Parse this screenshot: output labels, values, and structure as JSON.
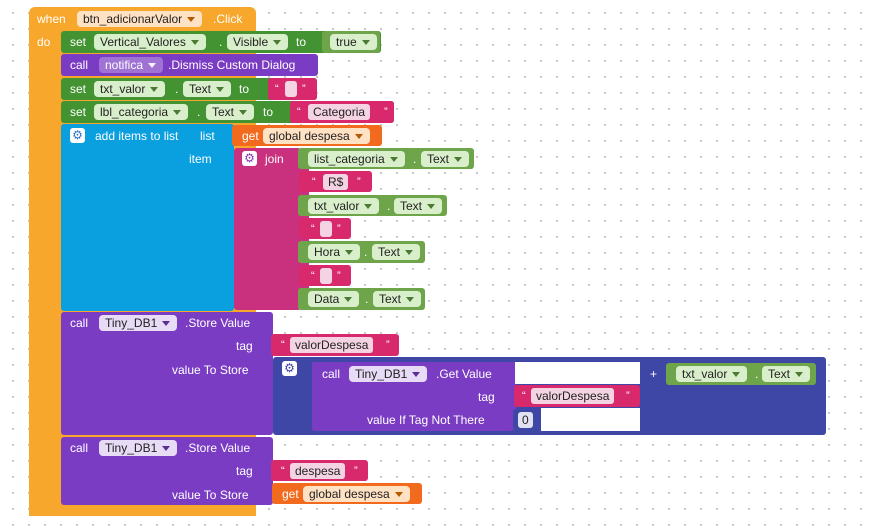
{
  "event": {
    "when_label": "when",
    "do_label": "do",
    "component": "btn_adicionarValor",
    "event_name": ".Click"
  },
  "labels": {
    "set": "set",
    "to": "to",
    "call": "call",
    "get": "get",
    "dot": ".",
    "plus": "+",
    "quote": "“",
    "endquote": "”"
  },
  "stmt1": {
    "component": "Vertical_Valores",
    "property": "Visible",
    "value": "true"
  },
  "stmt2": {
    "component": "notifica",
    "method": ".Dismiss Custom Dialog"
  },
  "stmt3": {
    "component": "txt_valor",
    "property": "Text",
    "value": ""
  },
  "stmt4": {
    "component": "lbl_categoria",
    "property": "Text",
    "value": "Categoria"
  },
  "stmt5": {
    "title": "add items to list",
    "list_label": "list",
    "list_var": "global despesa",
    "item_label": "item",
    "join_label": "join",
    "join_items": [
      {
        "component": "list_categoria",
        "property": "Text"
      },
      {
        "text": "R$"
      },
      {
        "component": "txt_valor",
        "property": "Text"
      },
      {
        "text": ""
      },
      {
        "component": "Hora",
        "property": "Text"
      },
      {
        "text": ""
      },
      {
        "component": "Data",
        "property": "Text"
      }
    ]
  },
  "stmt6": {
    "component": "Tiny_DB1",
    "method": ".Store Value",
    "tag_label": "tag",
    "tag": "valorDespesa",
    "value_label": "value To Store",
    "get_value": {
      "component": "Tiny_DB1",
      "method": ".Get Value",
      "tag_label": "tag",
      "tag": "valorDespesa",
      "not_there_label": "value If Tag Not There",
      "not_there": "0"
    },
    "addend": {
      "component": "txt_valor",
      "property": "Text"
    }
  },
  "stmt7": {
    "component": "Tiny_DB1",
    "method": ".Store Value",
    "tag_label": "tag",
    "tag": "despesa",
    "value_label": "value To Store",
    "value_var": "global despesa"
  },
  "colors": {
    "event": "#f7a72b",
    "component_set": "#439332",
    "component_method": "#7b3cc4",
    "text": "#d8296d",
    "logic": "#6ea54a",
    "variable": "#f26a1d",
    "list": "#0a9fdf",
    "math": "#3f47a6",
    "join": "#c9307e"
  }
}
